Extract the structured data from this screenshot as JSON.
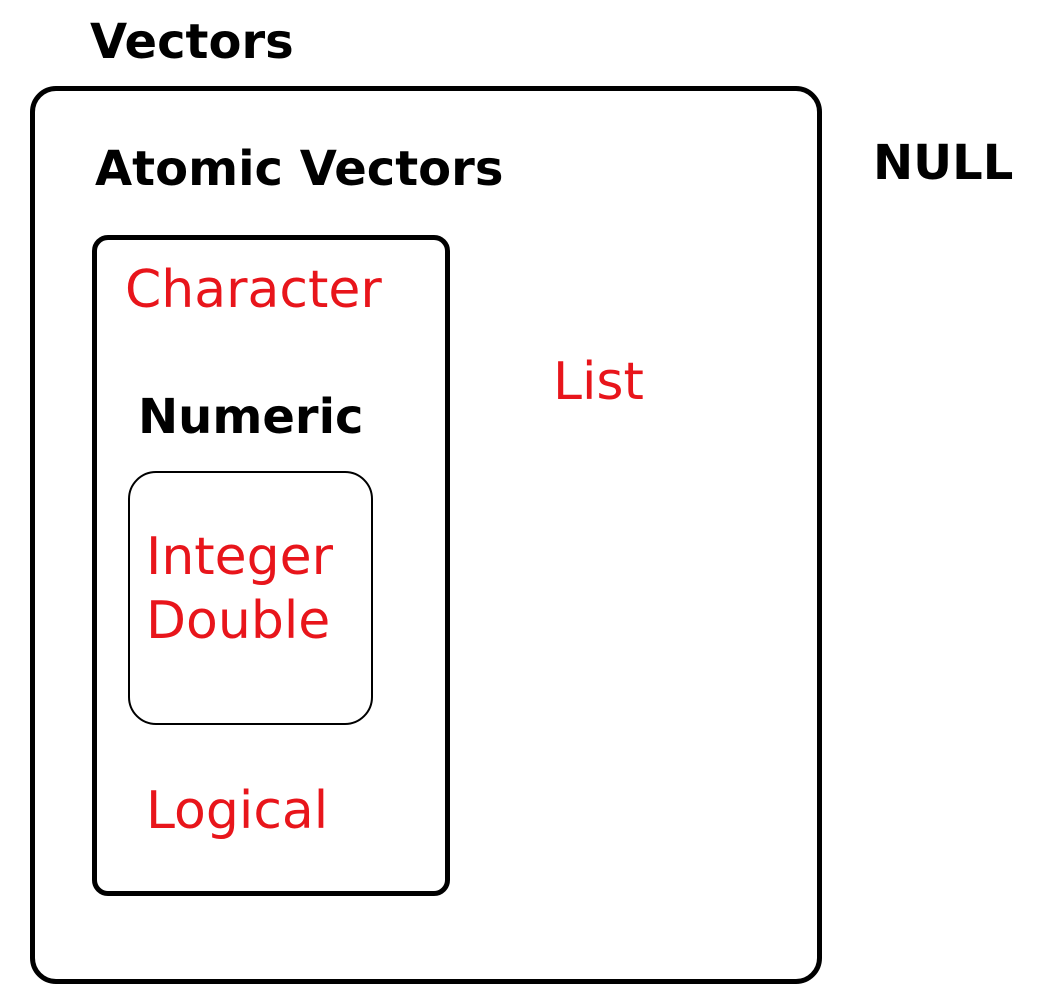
{
  "diagram": {
    "vectors": {
      "title": "Vectors"
    },
    "null": {
      "label": "NULL"
    },
    "atomic_vectors": {
      "title": "Atomic Vectors",
      "character": "Character",
      "numeric": {
        "title": "Numeric",
        "integer": "Integer",
        "double": "Double"
      },
      "logical": "Logical"
    },
    "list": "List"
  },
  "colors": {
    "heading": "#000000",
    "type_label": "#e8151b",
    "border": "#000000",
    "background": "#ffffff"
  }
}
